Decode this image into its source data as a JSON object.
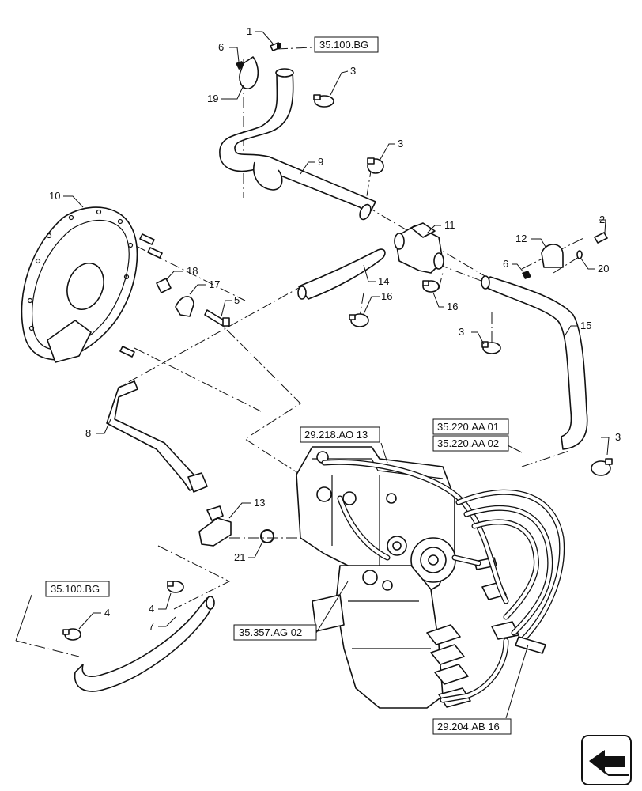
{
  "callouts": [
    {
      "id": "c1",
      "label": "1"
    },
    {
      "id": "c2",
      "label": "2"
    },
    {
      "id": "c3a",
      "label": "3"
    },
    {
      "id": "c3b",
      "label": "3"
    },
    {
      "id": "c3c",
      "label": "3"
    },
    {
      "id": "c3d",
      "label": "3"
    },
    {
      "id": "c4a",
      "label": "4"
    },
    {
      "id": "c4b",
      "label": "4"
    },
    {
      "id": "c5",
      "label": "5"
    },
    {
      "id": "c6a",
      "label": "6"
    },
    {
      "id": "c6b",
      "label": "6"
    },
    {
      "id": "c7",
      "label": "7"
    },
    {
      "id": "c8",
      "label": "8"
    },
    {
      "id": "c9",
      "label": "9"
    },
    {
      "id": "c10",
      "label": "10"
    },
    {
      "id": "c11",
      "label": "11"
    },
    {
      "id": "c12",
      "label": "12"
    },
    {
      "id": "c13",
      "label": "13"
    },
    {
      "id": "c14",
      "label": "14"
    },
    {
      "id": "c15",
      "label": "15"
    },
    {
      "id": "c16a",
      "label": "16"
    },
    {
      "id": "c16b",
      "label": "16"
    },
    {
      "id": "c17",
      "label": "17"
    },
    {
      "id": "c18",
      "label": "18"
    },
    {
      "id": "c19",
      "label": "19"
    },
    {
      "id": "c20",
      "label": "20"
    },
    {
      "id": "c21",
      "label": "21"
    }
  ],
  "references": [
    {
      "id": "r1",
      "label": "35.100.BG"
    },
    {
      "id": "r2",
      "label": "29.218.AO 13"
    },
    {
      "id": "r3",
      "label": "35.220.AA 01"
    },
    {
      "id": "r4",
      "label": "35.220.AA 02"
    },
    {
      "id": "r5",
      "label": "35.100.BG"
    },
    {
      "id": "r6",
      "label": "35.357.AG 02"
    },
    {
      "id": "r7",
      "label": "29.204.AB 16"
    }
  ]
}
